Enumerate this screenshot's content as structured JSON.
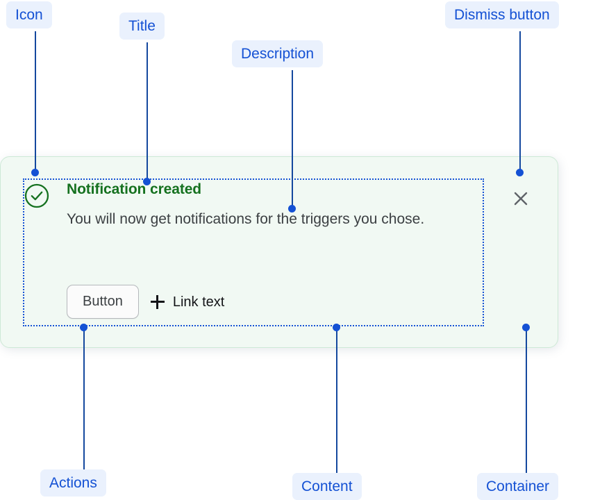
{
  "notification": {
    "icon": "check-circle-icon",
    "icon_color": "#15711f",
    "title": "Notification created",
    "description": "You will now get notifications for the triggers you chose.",
    "background_color": "#f1f9f3",
    "border_color": "#cde9d6",
    "actions": {
      "button_label": "Button",
      "link_icon": "plus-icon",
      "link_label": "Link text"
    },
    "dismiss": {
      "icon": "close-icon",
      "color": "#5f6368"
    }
  },
  "annotations": {
    "accent_color": "#1451d4",
    "pill_background": "#eaf1fd",
    "items": [
      {
        "id": "icon",
        "label": "Icon"
      },
      {
        "id": "title",
        "label": "Title"
      },
      {
        "id": "description",
        "label": "Description"
      },
      {
        "id": "dismiss",
        "label": "Dismiss button"
      },
      {
        "id": "actions",
        "label": "Actions"
      },
      {
        "id": "content",
        "label": "Content"
      },
      {
        "id": "container",
        "label": "Container"
      }
    ]
  }
}
